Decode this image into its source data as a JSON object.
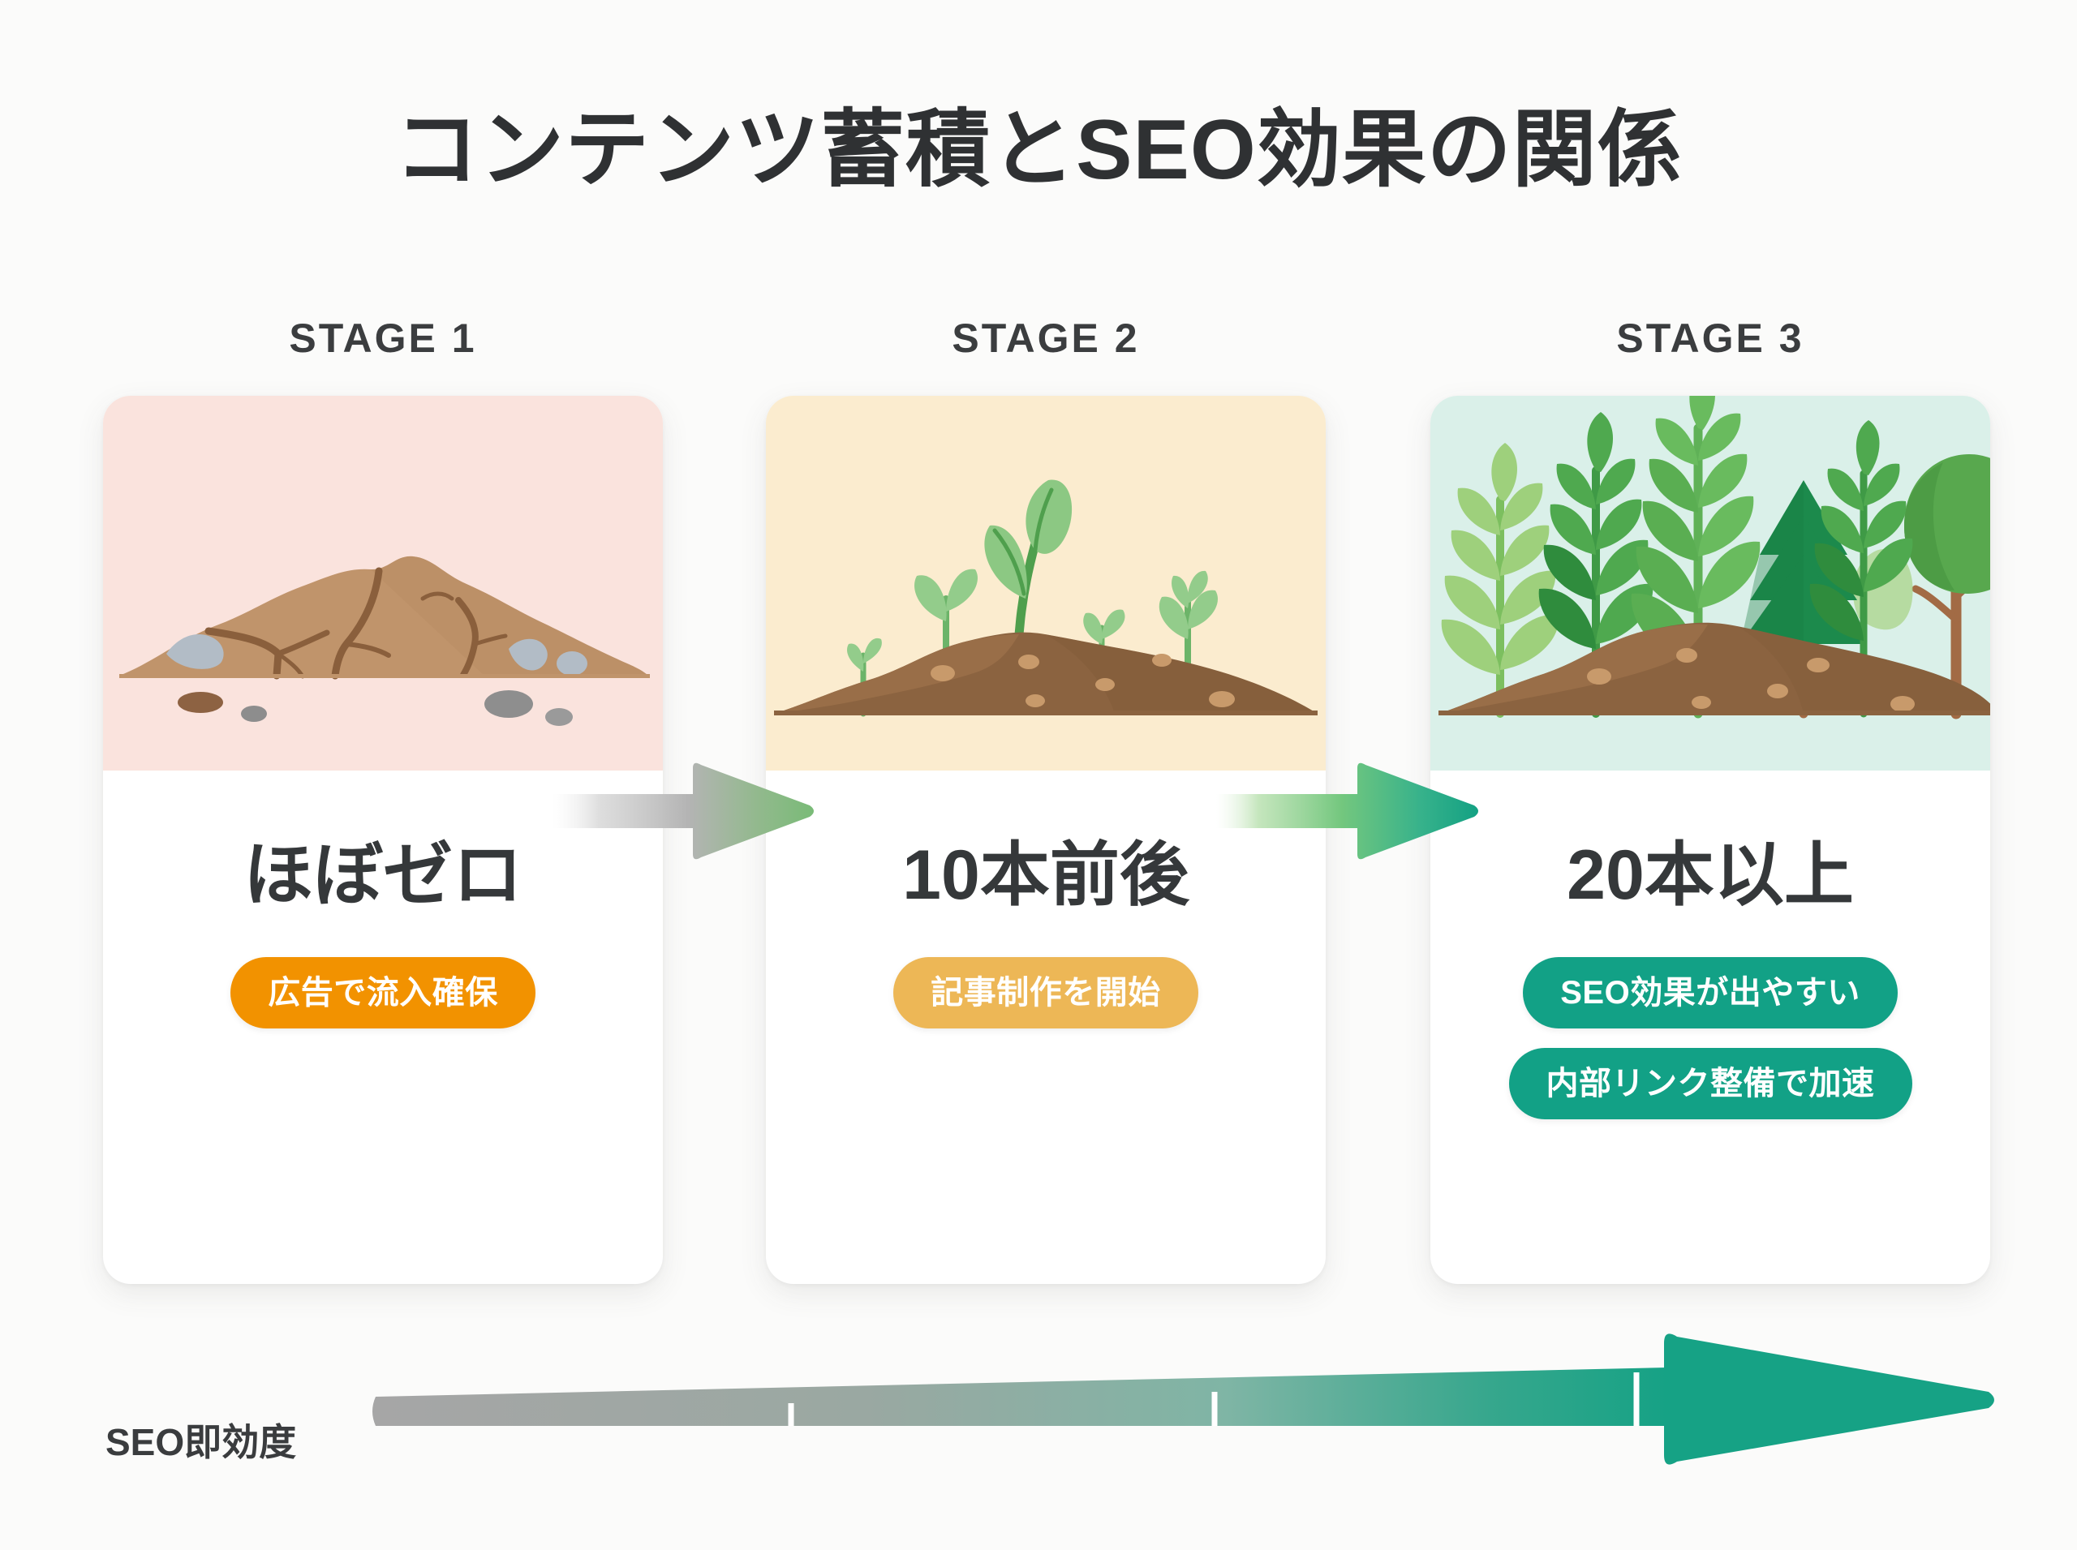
{
  "page": {
    "title": "コンテンツ蓄積とSEO効果の関係",
    "background_color": "#fbfbfa",
    "title_color": "#2f3133"
  },
  "stages": [
    {
      "label": "STAGE 1",
      "headline": "ほぼゼロ",
      "illustration": "cracked-dry-soil-mound-icon",
      "panel_color": "#fae3dd",
      "badges": [
        {
          "text": "広告で流入確保",
          "color": "#f29200"
        }
      ]
    },
    {
      "label": "STAGE 2",
      "headline": "10本前後",
      "illustration": "soil-mound-with-sprouts-icon",
      "panel_color": "#fbeccf",
      "badges": [
        {
          "text": "記事制作を開始",
          "color": "#edb756"
        }
      ]
    },
    {
      "label": "STAGE 3",
      "headline": "20本以上",
      "illustration": "forest-on-soil-mound-icon",
      "panel_color": "#daf0e9",
      "badges": [
        {
          "text": "SEO効果が出やすい",
          "color": "#12a186"
        },
        {
          "text": "内部リンク整備で加速",
          "color": "#12a186"
        }
      ]
    }
  ],
  "connectors": [
    {
      "name": "arrow-stage1-to-stage2",
      "from_color": "#e9e9e9",
      "to_color": "#7cb97c"
    },
    {
      "name": "arrow-stage2-to-stage3",
      "from_color": "#d9efd6",
      "to_color": "#14a183"
    }
  ],
  "axis": {
    "label": "SEO即効度",
    "start_color": "#a6a6a6",
    "end_color": "#16a285",
    "tick_count": 3,
    "direction": "left-to-right-increasing"
  },
  "chart_data": {
    "type": "bar",
    "title": "コンテンツ蓄積とSEO効果の関係",
    "xlabel": "SEO即効度",
    "ylabel": "",
    "categories": [
      "STAGE 1",
      "STAGE 2",
      "STAGE 3"
    ],
    "point_labels": [
      "ほぼゼロ",
      "10本前後",
      "20本以上"
    ],
    "values": [
      0,
      10,
      20
    ],
    "legend": [
      "広告で流入確保",
      "記事制作を開始",
      "SEO効果が出やすい",
      "内部リンク整備で加速"
    ],
    "annotations": [
      "STAGE 1: ほぼゼロ — 広告で流入確保",
      "STAGE 2: 10本前後 — 記事制作を開始",
      "STAGE 3: 20本以上 — SEO効果が出やすい / 内部リンク整備で加速"
    ],
    "grid": false,
    "legend_position": "in-card"
  }
}
